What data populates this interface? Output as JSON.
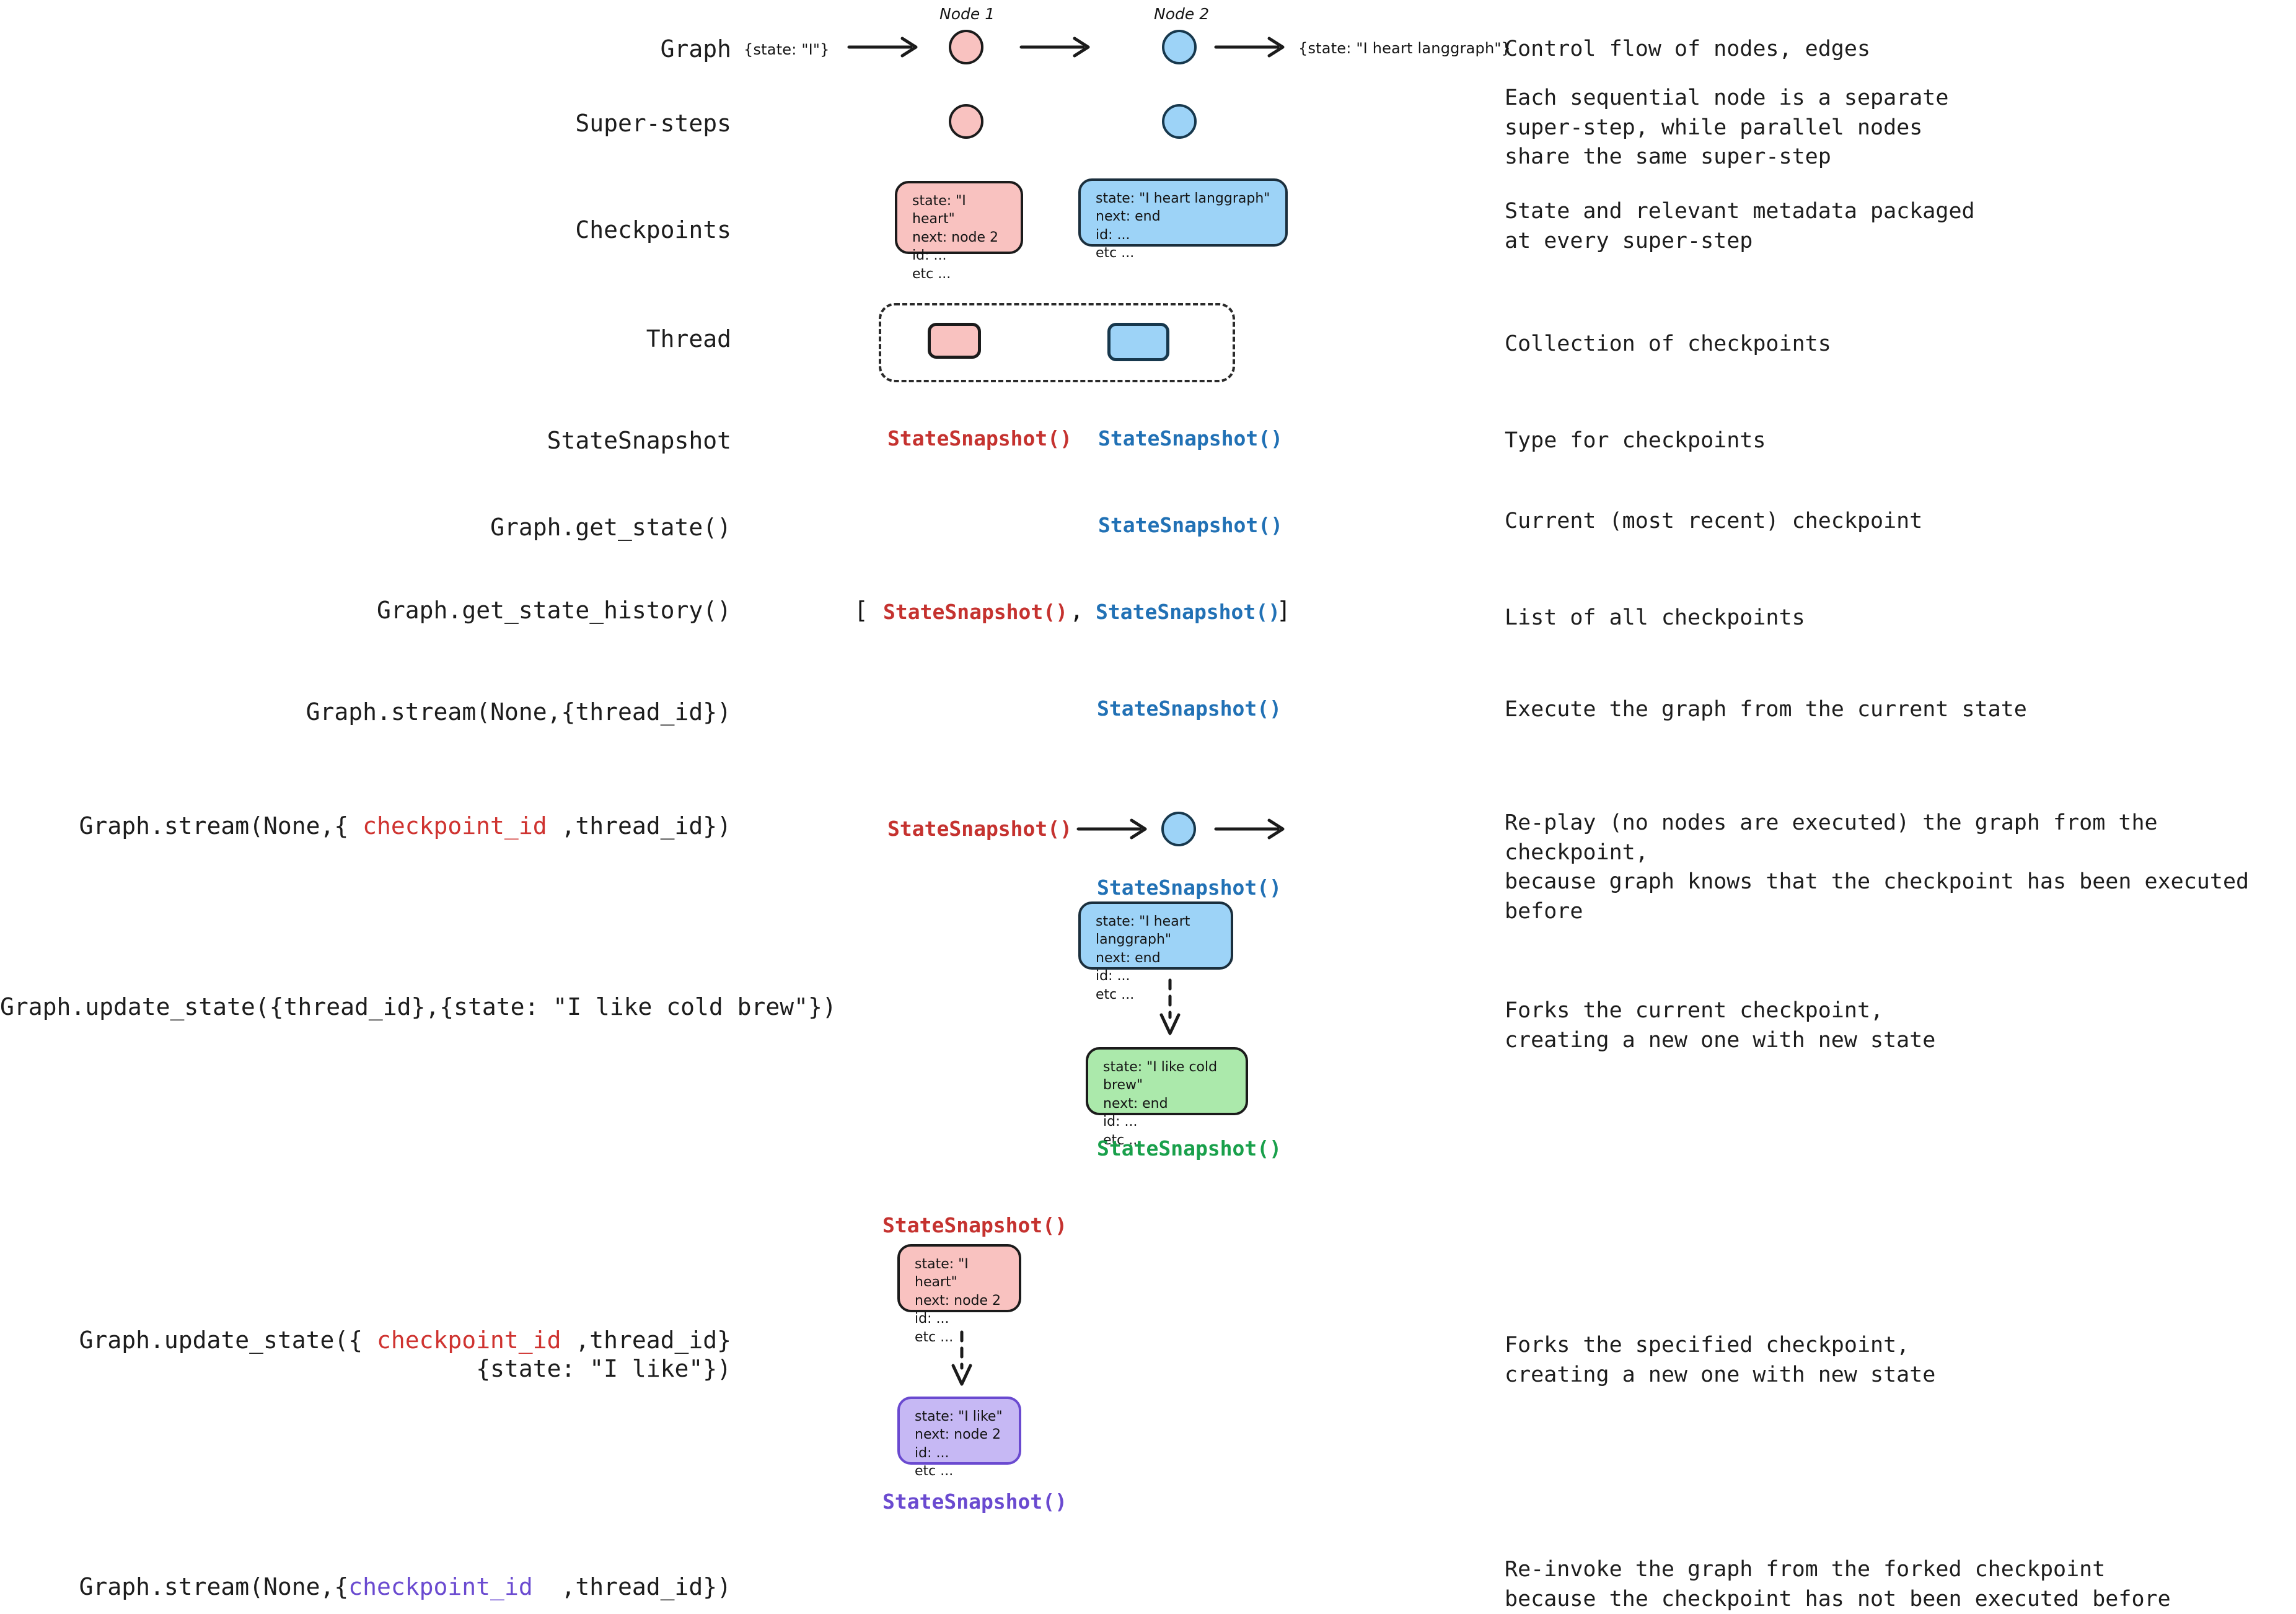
{
  "rows": [
    {
      "label": "Graph",
      "description": "Control flow of nodes, edges"
    },
    {
      "label": "Super-steps",
      "description": "Each sequential node is a separate\nsuper-step, while parallel nodes\nshare the same super-step"
    },
    {
      "label": "Checkpoints",
      "description": "State and relevant metadata packaged\nat every super-step"
    },
    {
      "label": "Thread",
      "description": "Collection of checkpoints"
    },
    {
      "label": "StateSnapshot",
      "description": "Type for checkpoints"
    },
    {
      "label": "Graph.get_state()",
      "description": "Current (most recent) checkpoint"
    },
    {
      "label": "Graph.get_state_history()",
      "description": "List of all checkpoints"
    },
    {
      "label": "Graph.stream(None,{thread_id})",
      "description": "Execute the graph from the current state"
    },
    {
      "label_parts": [
        "Graph.stream(None,{ ",
        "checkpoint_id",
        " ,thread_id})"
      ],
      "description": "Re-play (no nodes are executed) the graph from the checkpoint,\nbecause graph knows that the checkpoint has been executed before"
    },
    {
      "label": "Graph.update_state({thread_id},{state: \"I like cold brew\"})",
      "description": "Forks the current checkpoint,\ncreating a new one with new state"
    },
    {
      "label_parts": [
        "Graph.update_state({ ",
        "checkpoint_id",
        " ,thread_id}"
      ],
      "label_line2": "{state: \"I like\"})",
      "description": "Forks the specified checkpoint,\ncreating a new one with new state"
    },
    {
      "label_parts": [
        "Graph.stream(None,{",
        "checkpoint_id",
        "  ,thread_id})"
      ],
      "description": "Re-invoke the graph from the forked checkpoint\nbecause the checkpoint has not been executed before"
    }
  ],
  "graph_row": {
    "node1_caption": "Node 1",
    "node2_caption": "Node 2",
    "state_in": "{state: \"I\"}",
    "state_out": "{state: \"I heart langgraph\"}"
  },
  "checkpoints": {
    "pink": {
      "state": "state: \"I heart\"",
      "next": "next: node 2",
      "id": "id: ...",
      "etc": "etc ..."
    },
    "blue": {
      "state": "state: \"I heart langgraph\"",
      "next": "next: end",
      "id": "id: ...",
      "etc": "etc ..."
    },
    "green": {
      "state": "state: \"I like cold brew\"",
      "next": "next: end",
      "id": "id: ...",
      "etc": "etc ..."
    },
    "purple": {
      "state": "state: \"I like\"",
      "next": "next: node 2",
      "id": "id: ...",
      "etc": "etc ..."
    }
  },
  "snapshot_token": "StateSnapshot()",
  "list_open_bracket": "[",
  "list_comma": ",",
  "list_close_bracket": "]",
  "colors": {
    "pink_fill": "#f9c2c0",
    "blue_fill": "#9dd3f7",
    "green_fill": "#abe9ab",
    "purple_fill": "#c6b8f4",
    "red_text": "#c5322f",
    "blue_text": "#2171b5",
    "green_text": "#19a04b",
    "purple_text": "#6a4ad0",
    "ink": "#1d1d1d"
  }
}
